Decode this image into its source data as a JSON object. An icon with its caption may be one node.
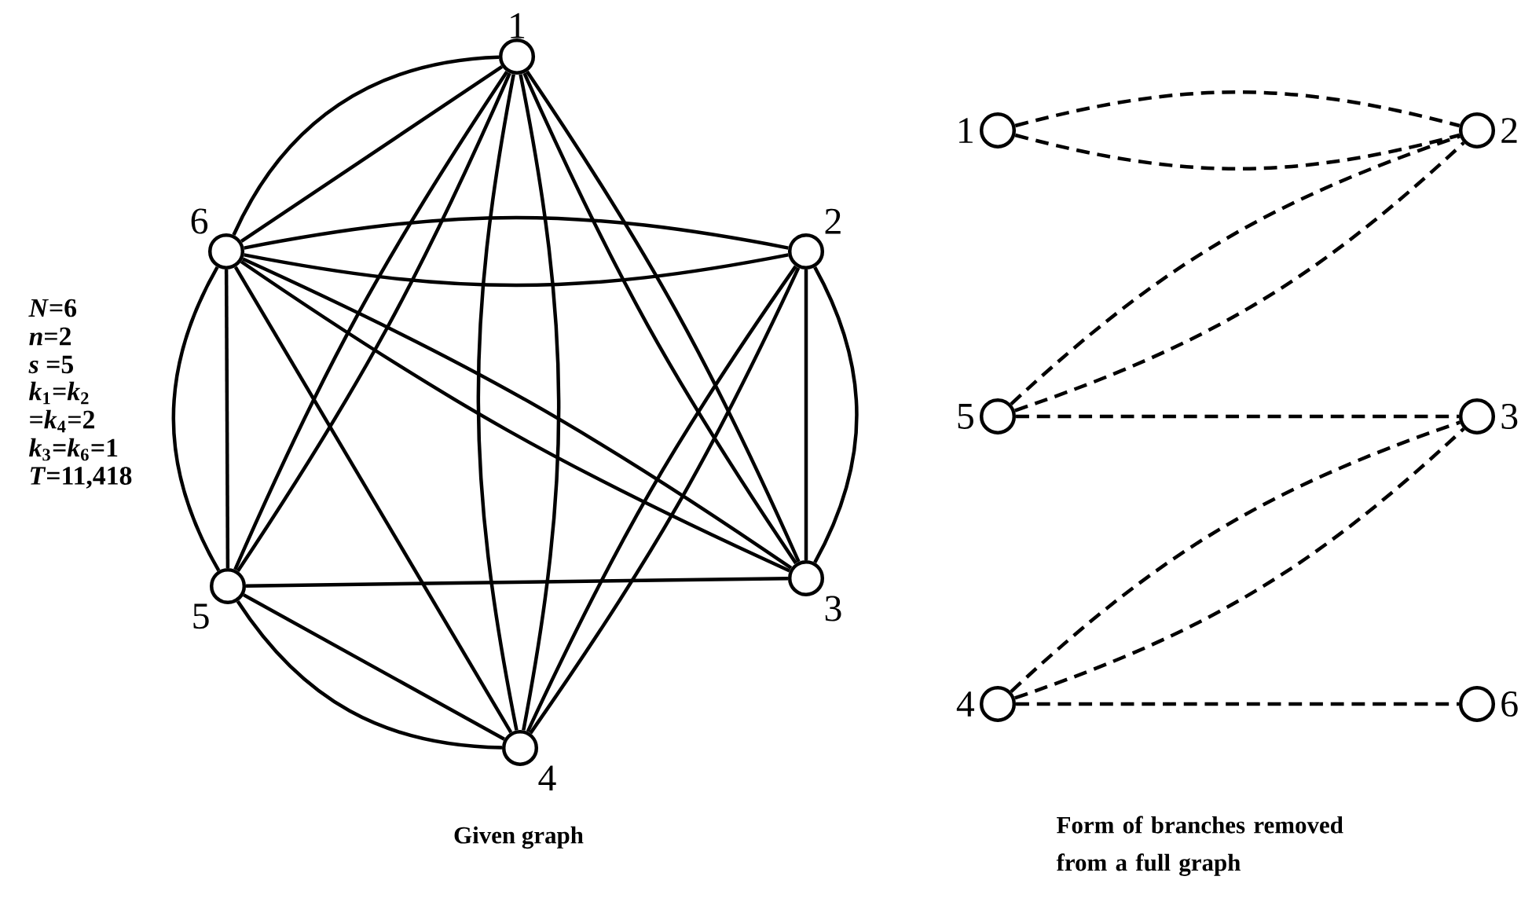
{
  "diagram": {
    "nodes": [
      {
        "text": [
          "1"
        ]
      },
      {
        "text": [
          "2"
        ]
      },
      {
        "text": [
          "3"
        ]
      },
      {
        "text": [
          "4"
        ]
      },
      {
        "text": [
          "5"
        ]
      },
      {
        "text": [
          "6"
        ]
      },
      {
        "text": [
          "1"
        ]
      },
      {
        "text": [
          "2"
        ]
      },
      {
        "text": [
          "5"
        ]
      },
      {
        "text": [
          "3"
        ]
      },
      {
        "text": [
          "4"
        ]
      },
      {
        "text": [
          "6"
        ]
      }
    ],
    "edges": [
      {
        "from": 0,
        "to": 5,
        "arrow": "none"
      },
      {
        "from": 0,
        "to": 5,
        "arrow": "none"
      },
      {
        "from": 0,
        "to": 4,
        "arrow": "none"
      },
      {
        "from": 0,
        "to": 4,
        "arrow": "none"
      },
      {
        "from": 0,
        "to": 3,
        "arrow": "none"
      },
      {
        "from": 0,
        "to": 3,
        "arrow": "none"
      },
      {
        "from": 0,
        "to": 2,
        "arrow": "none"
      },
      {
        "from": 0,
        "to": 2,
        "arrow": "none"
      },
      {
        "from": 5,
        "to": 1,
        "arrow": "none"
      },
      {
        "from": 5,
        "to": 1,
        "arrow": "none"
      },
      {
        "from": 5,
        "to": 2,
        "arrow": "none"
      },
      {
        "from": 5,
        "to": 2,
        "arrow": "none"
      },
      {
        "from": 5,
        "to": 3,
        "arrow": "none"
      },
      {
        "from": 5,
        "to": 4,
        "arrow": "none"
      },
      {
        "from": 4,
        "to": 5,
        "arrow": "none"
      },
      {
        "from": 1,
        "to": 2,
        "arrow": "none"
      },
      {
        "from": 1,
        "to": 2,
        "arrow": "none"
      },
      {
        "from": 1,
        "to": 3,
        "arrow": "none"
      },
      {
        "from": 1,
        "to": 3,
        "arrow": "none"
      },
      {
        "from": 4,
        "to": 2,
        "arrow": "none"
      },
      {
        "from": 3,
        "to": 4,
        "arrow": "none"
      },
      {
        "from": 3,
        "to": 4,
        "arrow": "none"
      },
      {
        "from": 6,
        "to": 7,
        "arrow": "none",
        "style": "dashed"
      },
      {
        "from": 6,
        "to": 7,
        "arrow": "none",
        "style": "dashed"
      },
      {
        "from": 8,
        "to": 7,
        "arrow": "none",
        "style": "dashed"
      },
      {
        "from": 8,
        "to": 7,
        "arrow": "none",
        "style": "dashed"
      },
      {
        "from": 8,
        "to": 9,
        "arrow": "none",
        "style": "dashed"
      },
      {
        "from": 10,
        "to": 9,
        "arrow": "none",
        "style": "dashed"
      },
      {
        "from": 10,
        "to": 9,
        "arrow": "none",
        "style": "dashed"
      },
      {
        "from": 10,
        "to": 11,
        "arrow": "none",
        "style": "dashed"
      }
    ],
    "labels": [
      "*N*=6",
      "*n*=2",
      "*s* =5",
      "*k*$_{1}$=*k*$_{2}$",
      "=*k*$_{4}$=2",
      "*k*$_{3}$=*k*$_{6}$=1",
      "*T*=11,418",
      "Given graph",
      "Form of branches removed from a full graph"
    ]
  }
}
